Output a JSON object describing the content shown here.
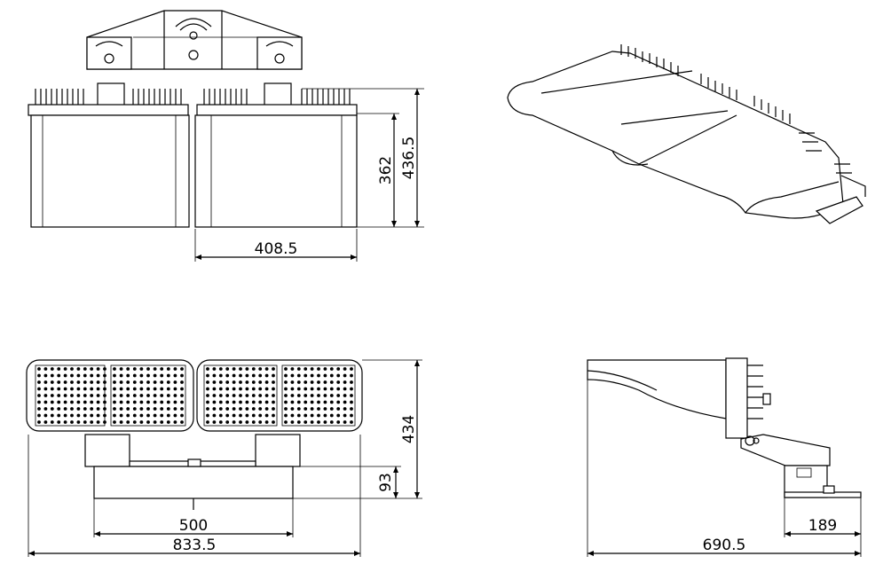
{
  "views": {
    "front": {
      "height_body": "362",
      "height_total": "436.5",
      "width_module": "408.5"
    },
    "bottom": {
      "height_total": "434",
      "bracket_depth": "93",
      "width_inner": "500",
      "width_total": "833.5"
    },
    "side": {
      "width_total": "690.5",
      "width_mount": "189"
    }
  }
}
